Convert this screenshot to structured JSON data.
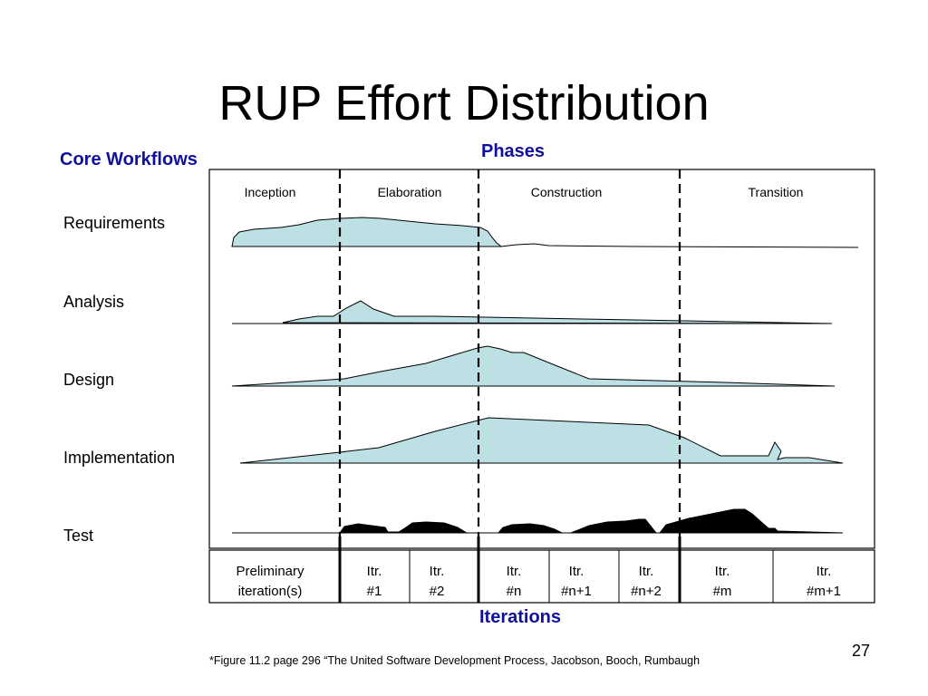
{
  "title": "RUP Effort Distribution",
  "core_workflows_label": "Core Workflows",
  "phases_label": "Phases",
  "iterations_label": "Iterations",
  "phases": [
    "Inception",
    "Elaboration",
    "Construction",
    "Transition"
  ],
  "workflows": [
    "Requirements",
    "Analysis",
    "Design",
    "Implementation",
    "Test"
  ],
  "iterations": [
    {
      "line1": "Preliminary",
      "line2": "iteration(s)"
    },
    {
      "line1": "Itr.",
      "line2": "#1"
    },
    {
      "line1": "Itr.",
      "line2": "#2"
    },
    {
      "line1": "Itr.",
      "line2": "#n"
    },
    {
      "line1": "Itr.",
      "line2": "#n+1"
    },
    {
      "line1": "Itr.",
      "line2": "#n+2"
    },
    {
      "line1": "Itr.",
      "line2": "#m"
    },
    {
      "line1": "Itr.",
      "line2": "#m+1"
    }
  ],
  "page_number": "27",
  "footnote": "*Figure 11.2 page 296 “The United Software Development Process, Jacobson, Booch, Rumbaugh",
  "colors": {
    "heading_blue": "#1010a0",
    "effort_fill": "#bde0e4",
    "test_fill": "#000000",
    "line": "#000000"
  }
}
